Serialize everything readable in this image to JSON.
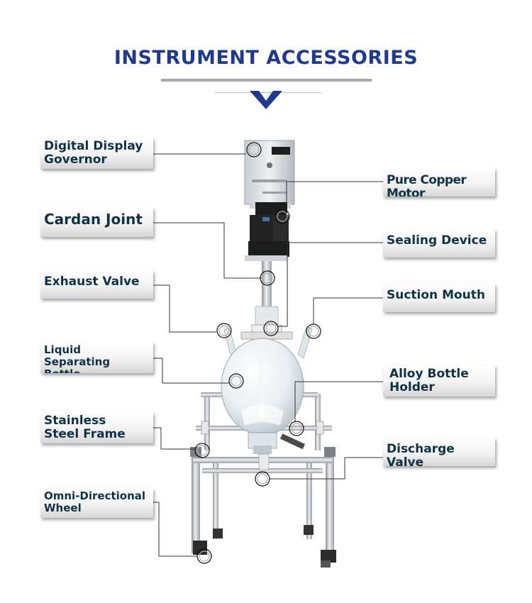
{
  "header": {
    "title": "INSTRUMENT ACCESSORIES"
  },
  "labels": {
    "digital_display_governor": "Digital Display\nGovernor",
    "pure_copper_motor": "Pure Copper Motor",
    "cardan_joint": "Cardan Joint",
    "sealing_device": "Sealing Device",
    "exhaust_valve": "Exhaust Valve",
    "suction_mouth": "Suction Mouth",
    "liquid_separating_bottle": "Liquid Separating\nBottle",
    "alloy_bottle_holder": "Alloy Bottle\nHolder",
    "stainless_steel_frame": "Stainless\nSteel Frame",
    "discharge_valve": "Discharge Valve",
    "omni_directional_wheel": "Omni-Directional\nWheel"
  },
  "colors": {
    "title": "#1f3a8c",
    "chevron": "#1f3a8c",
    "label_text": "#0e3346",
    "leader_line": "#333333"
  },
  "icons": {
    "divider": "chevron-down-icon"
  }
}
